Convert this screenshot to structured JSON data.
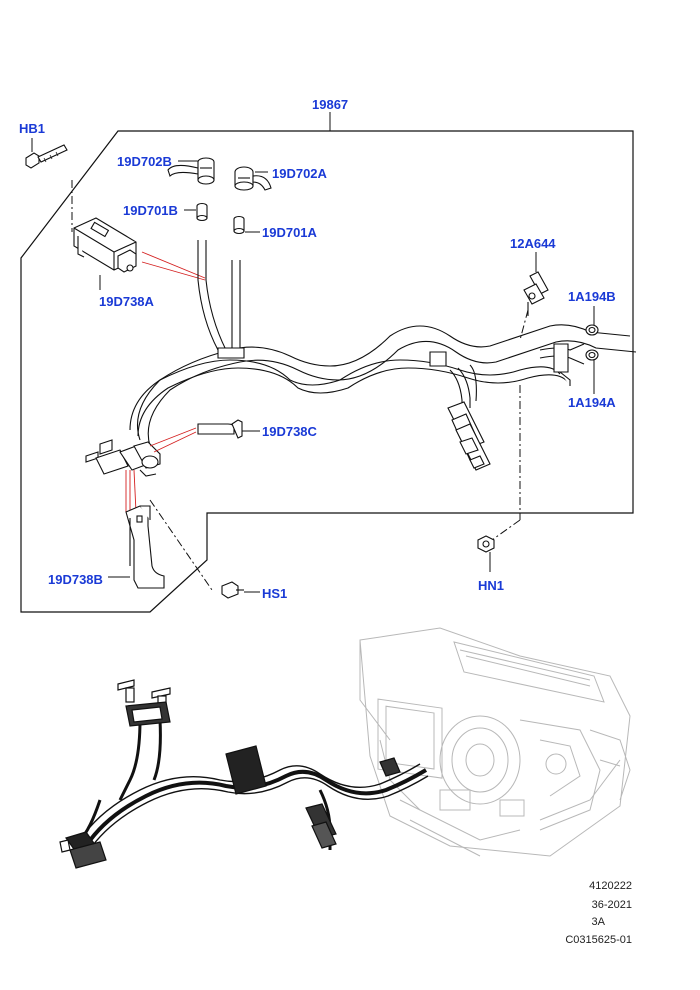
{
  "callouts": {
    "assembly": "19867",
    "hb1": "HB1",
    "p19d702b": "19D702B",
    "p19d702a": "19D702A",
    "p19d701b": "19D701B",
    "p19d701a": "19D701A",
    "p19d738a": "19D738A",
    "p12a644": "12A644",
    "p1a194b": "1A194B",
    "p1a194a": "1A194A",
    "p19d738c": "19D738C",
    "hn1": "HN1",
    "p19d738b": "19D738B",
    "hs1": "HS1"
  },
  "footer": {
    "line1": "4120222",
    "line2": "36-2021",
    "line3": "3A",
    "line4": "C0315625-01"
  },
  "colors": {
    "callout": "#1a3ad6",
    "leader_red": "#d42020",
    "line": "#111111",
    "ghost": "#b8b8b8"
  }
}
